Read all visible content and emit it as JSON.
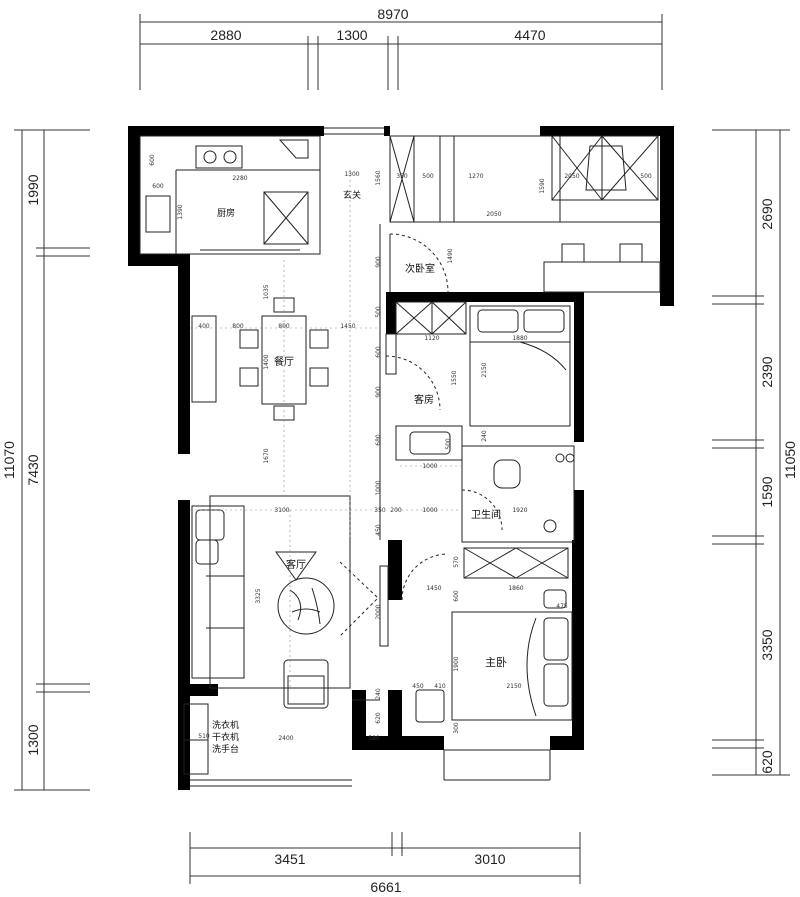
{
  "dims": {
    "top_total": "8970",
    "top_1": "2880",
    "top_2": "1300",
    "top_3": "4470",
    "bottom_1": "3451",
    "bottom_2": "3010",
    "bottom_total": "6661",
    "left_total": "11070",
    "left_1": "1990",
    "left_2": "7430",
    "left_3": "1300",
    "right_total": "11050",
    "right_1": "2690",
    "right_2": "2390",
    "right_3": "1590",
    "right_4": "3350",
    "right_5": "620"
  },
  "rooms": {
    "kitchen": "厨房",
    "entrance": "玄关",
    "second_bedroom": "次卧室",
    "dining": "餐厅",
    "guest_room": "客房",
    "bathroom": "卫生间",
    "living_room": "客厅",
    "master_bedroom": "主卧",
    "balcony_line1": "洗衣机",
    "balcony_line2": "干衣机",
    "balcony_line3": "洗手台"
  },
  "inner": {
    "k600a": "600",
    "k600b": "600",
    "k2280": "2280",
    "k1390": "1390",
    "e1300": "1300",
    "e1560": "1560",
    "e900": "900",
    "s350": "350",
    "s500": "500",
    "s1270": "1270",
    "s2050a": "2050",
    "s1590": "1590",
    "s2050b": "2050",
    "s500b": "500",
    "s1490": "1490",
    "d400": "400",
    "d800a": "800",
    "d800b": "800",
    "d1450": "1450",
    "d1035": "1035",
    "d1400": "1400",
    "d1670": "1670",
    "g500": "500",
    "g1120": "1120",
    "g1880": "1880",
    "g600": "600",
    "g900": "900",
    "g1550": "1550",
    "g2150": "2150",
    "g240": "240",
    "g680": "680",
    "g500b": "500",
    "g1000": "1000",
    "b1000": "1000",
    "b1920": "1920",
    "l3100": "3100",
    "l350": "350",
    "l200": "200",
    "l1000": "1000",
    "l450": "450",
    "l3325": "3325",
    "l2000": "2000",
    "l2400": "2400",
    "l510": "510",
    "l580": "580",
    "l240": "240",
    "l620": "620",
    "m570": "570",
    "m1450": "1450",
    "m1860": "1860",
    "m600": "600",
    "m475": "475",
    "m1900": "1900",
    "m450": "450",
    "m410": "410",
    "m2150": "2150",
    "m300": "300"
  }
}
